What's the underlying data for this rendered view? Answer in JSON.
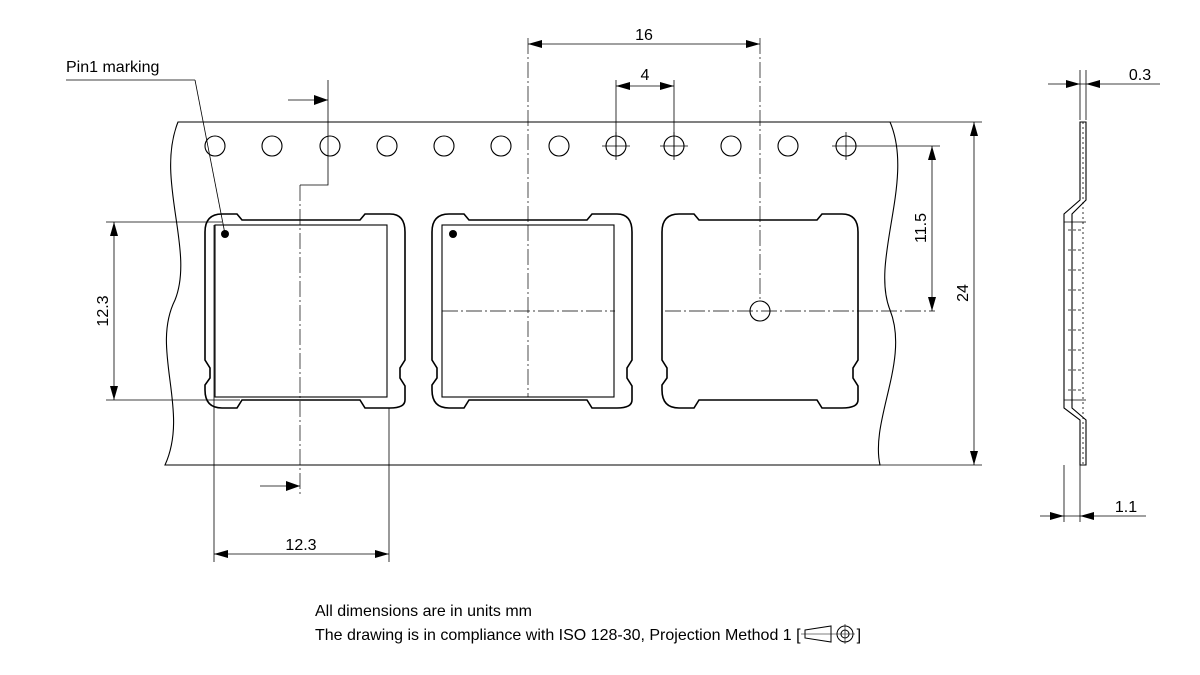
{
  "labels": {
    "pin1_marking": "Pin1 marking",
    "pitch_pocket": "16",
    "pitch_sprocket": "4",
    "sprocket_to_center": "11.5",
    "tape_width": "24",
    "pocket_height": "12.3",
    "pocket_width": "12.3",
    "tape_thickness": "0.3",
    "pocket_depth": "1.1"
  },
  "notes": {
    "units": "All dimensions are in units mm",
    "compliance_prefix": "The drawing is in compliance with ISO 128-30, Projection Method 1 [",
    "compliance_suffix": "]"
  },
  "icons": {
    "projection_symbol": "first-angle-projection-icon"
  }
}
